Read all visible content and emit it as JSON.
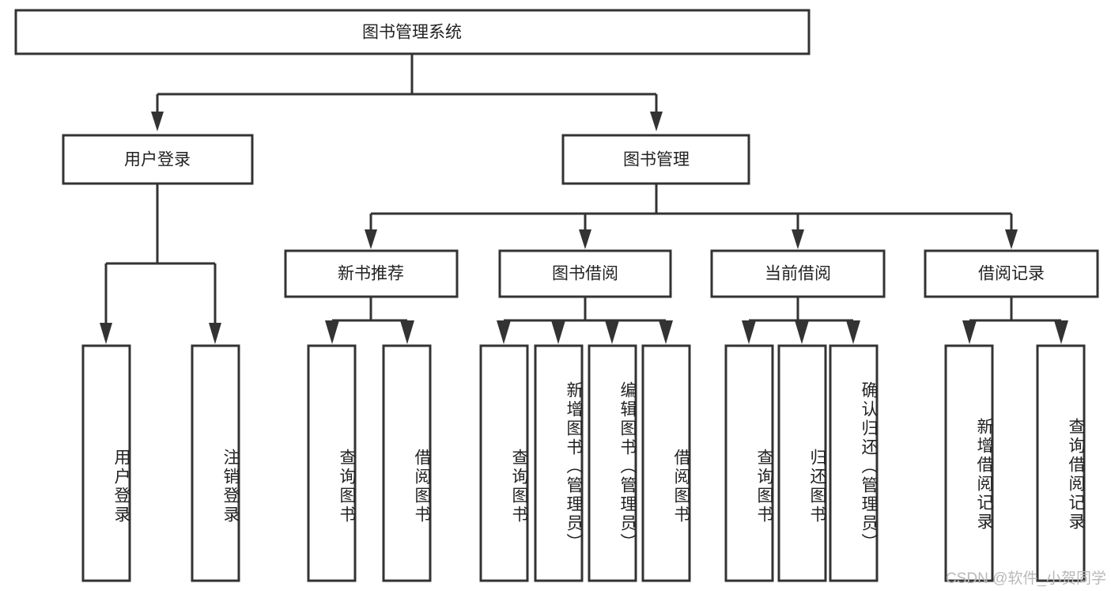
{
  "diagram": {
    "title": "图书管理系统",
    "type": "tree",
    "root": {
      "label": "图书管理系统"
    },
    "level2": [
      {
        "label": "用户登录"
      },
      {
        "label": "图书管理"
      }
    ],
    "level3": [
      {
        "label": "新书推荐"
      },
      {
        "label": "图书借阅"
      },
      {
        "label": "当前借阅"
      },
      {
        "label": "借阅记录"
      }
    ],
    "leaves": {
      "user_login": [
        "用户登录",
        "注销登录"
      ],
      "new_book_recommend": [
        "查询图书",
        "借阅图书"
      ],
      "book_borrow": [
        "查询图书",
        "新增图书（管理员）",
        "编辑图书（管理员）",
        "借阅图书"
      ],
      "current_borrow": [
        "查询图书",
        "归还图书",
        "确认归还（管理员）"
      ],
      "borrow_record": [
        "新增借阅记录",
        "查询借阅记录"
      ]
    }
  },
  "watermark": {
    "text": "CSDN @软件_小贺同学"
  },
  "colors": {
    "stroke": "#333333",
    "box_fill": "#ffffff",
    "text": "#222222",
    "watermark": "#b9b9b9",
    "background": "#ffffff"
  }
}
